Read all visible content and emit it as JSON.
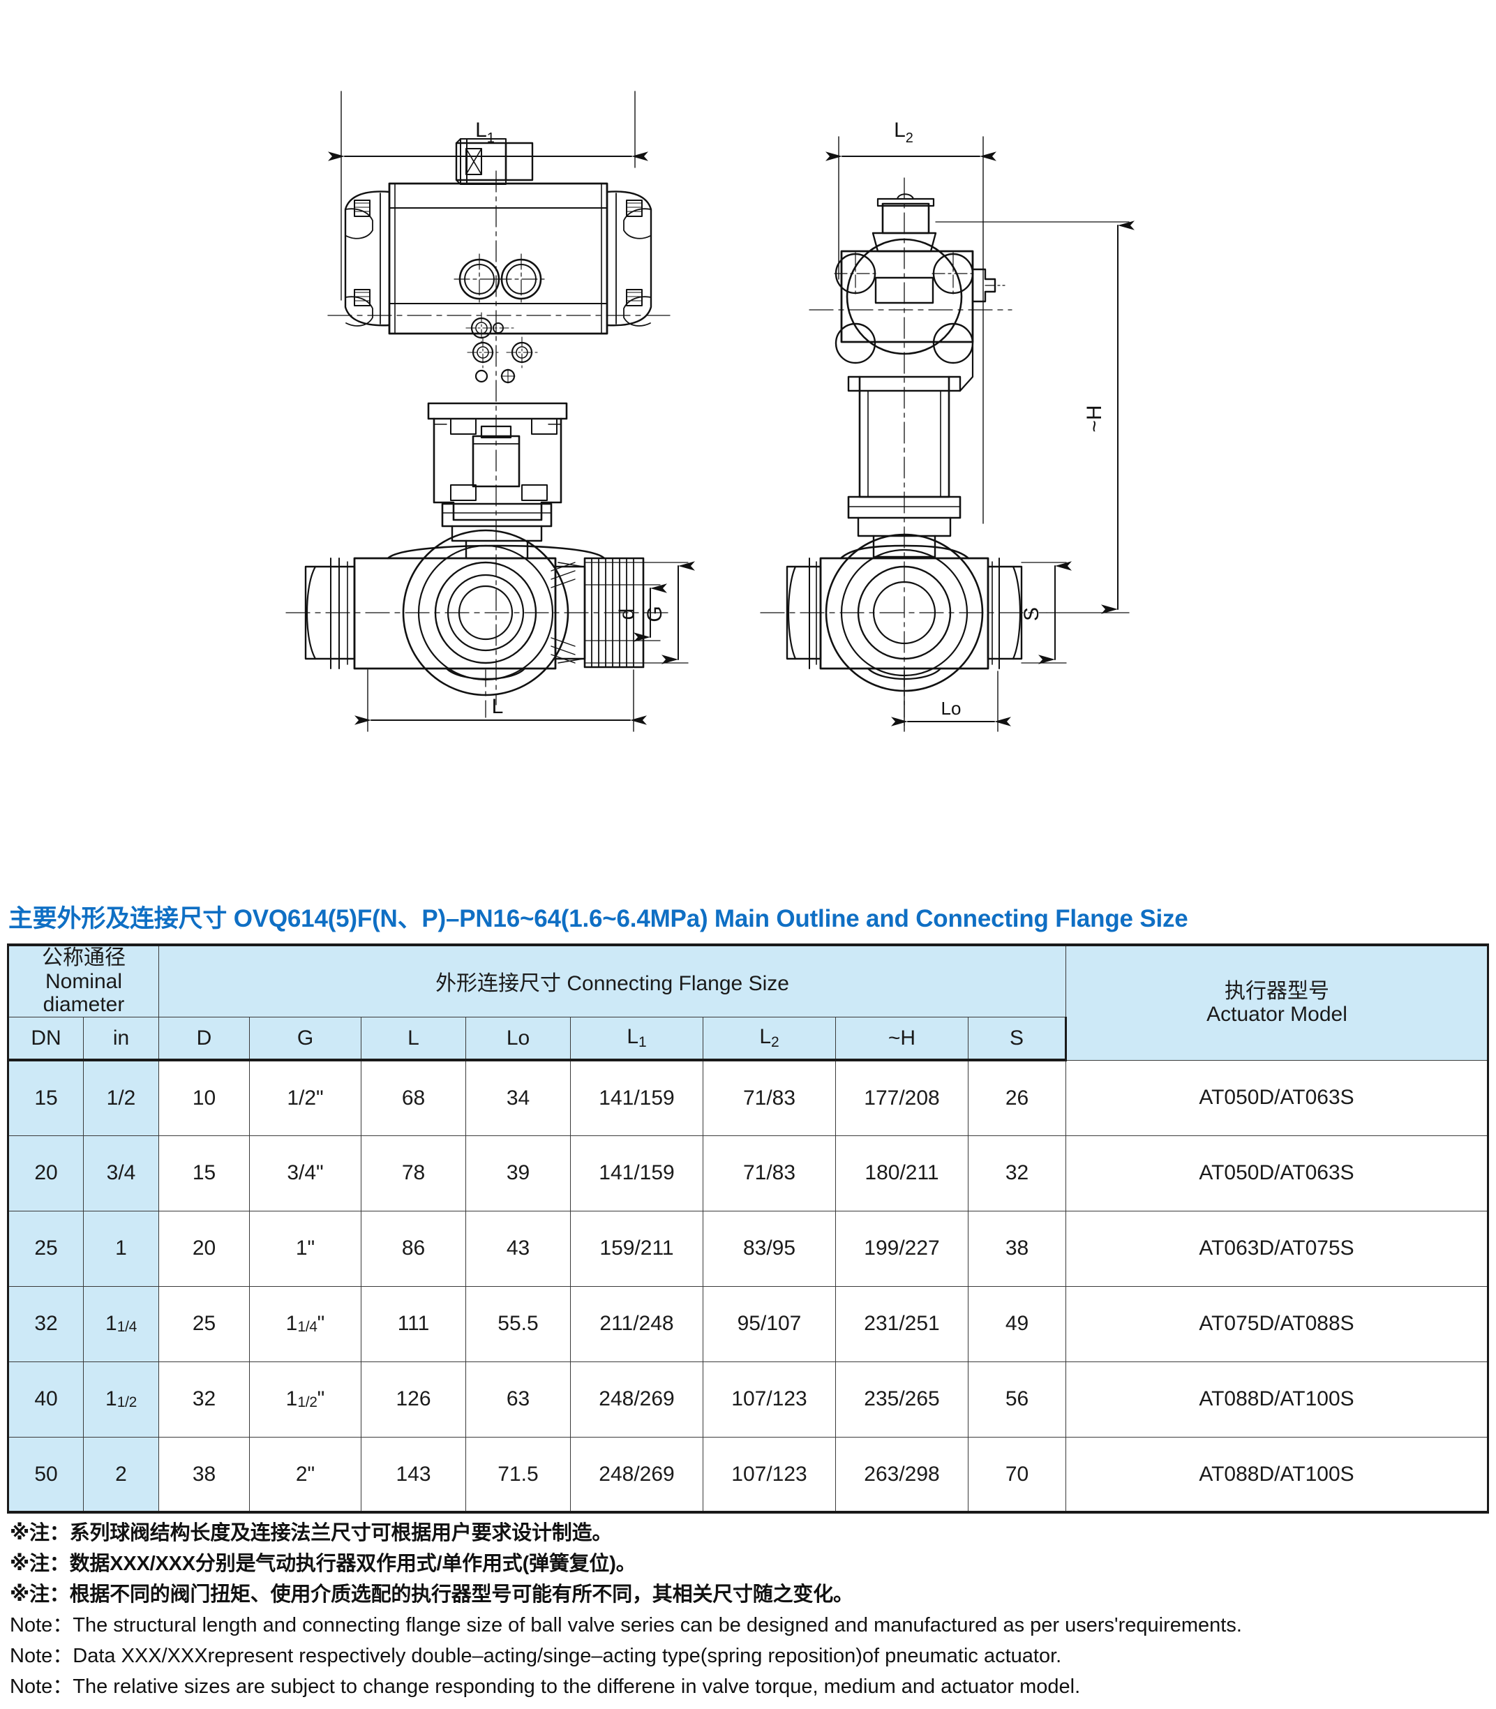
{
  "drawing": {
    "labels": {
      "L1": "L",
      "L1_sub": "1",
      "L2": "L",
      "L2_sub": "2",
      "L": "L",
      "Lo": "Lo",
      "H": "~H",
      "S": "S",
      "d": "d",
      "G": "G"
    }
  },
  "section_title": "主要外形及连接尺寸 OVQ614(5)F(N、P)–PN16~64(1.6~6.4MPa) Main Outline and Connecting Flange Size",
  "table": {
    "group_headers": {
      "nominal_cn": "公称通径",
      "nominal_en": "Nominal diameter",
      "flange": "外形连接尺寸 Connecting Flange Size",
      "actuator_cn": "执行器型号",
      "actuator_en": "Actuator Model"
    },
    "columns": [
      "DN",
      "in",
      "D",
      "G",
      "L",
      "Lo",
      "L1",
      "L2",
      "~H",
      "S"
    ],
    "column_subs": {
      "L1": "1",
      "L2": "2"
    },
    "rows": [
      {
        "dn": "15",
        "in_whole": "1/2",
        "in_frac": "",
        "d": "10",
        "g_whole": "1/2",
        "g_frac": "",
        "g_suffix": "\"",
        "l": "68",
        "lo": "34",
        "l1": "141/159",
        "l2": "71/83",
        "h": "177/208",
        "s": "26",
        "actuator": "AT050D/AT063S"
      },
      {
        "dn": "20",
        "in_whole": "3/4",
        "in_frac": "",
        "d": "15",
        "g_whole": "3/4",
        "g_frac": "",
        "g_suffix": "\"",
        "l": "78",
        "lo": "39",
        "l1": "141/159",
        "l2": "71/83",
        "h": "180/211",
        "s": "32",
        "actuator": "AT050D/AT063S"
      },
      {
        "dn": "25",
        "in_whole": "1",
        "in_frac": "",
        "d": "20",
        "g_whole": "1",
        "g_frac": "",
        "g_suffix": "\"",
        "l": "86",
        "lo": "43",
        "l1": "159/211",
        "l2": "83/95",
        "h": "199/227",
        "s": "38",
        "actuator": "AT063D/AT075S"
      },
      {
        "dn": "32",
        "in_whole": "1",
        "in_frac": "1/4",
        "d": "25",
        "g_whole": "1",
        "g_frac": "1/4",
        "g_suffix": "\"",
        "l": "111",
        "lo": "55.5",
        "l1": "211/248",
        "l2": "95/107",
        "h": "231/251",
        "s": "49",
        "actuator": "AT075D/AT088S"
      },
      {
        "dn": "40",
        "in_whole": "1",
        "in_frac": "1/2",
        "d": "32",
        "g_whole": "1",
        "g_frac": "1/2",
        "g_suffix": "\"",
        "l": "126",
        "lo": "63",
        "l1": "248/269",
        "l2": "107/123",
        "h": "235/265",
        "s": "56",
        "actuator": "AT088D/AT100S"
      },
      {
        "dn": "50",
        "in_whole": "2",
        "in_frac": "",
        "d": "38",
        "g_whole": "2",
        "g_frac": "",
        "g_suffix": "\"",
        "l": "143",
        "lo": "71.5",
        "l1": "248/269",
        "l2": "107/123",
        "h": "263/298",
        "s": "70",
        "actuator": "AT088D/AT100S"
      }
    ]
  },
  "notes": [
    "※注：系列球阀结构长度及连接法兰尺寸可根据用户要求设计制造。",
    "※注：数据XXX/XXX分别是气动执行器双作用式/单作用式(弹簧复位)。",
    "※注：根据不同的阀门扭矩、使用介质选配的执行器型号可能有所不同，其相关尺寸随之变化。",
    "Note：The structural length and connecting flange size of ball valve series can be designed and manufactured as per users'requirements.",
    "Note：Data XXX/XXXrepresent respectively double–acting/singe–acting type(spring reposition)of pneumatic actuator.",
    "Note：The relative sizes are subject to change responding to the differene in valve torque, medium and actuator model."
  ],
  "colors": {
    "title_blue": "#0f6fc4",
    "header_fill": "#cde9f7",
    "line": "#1a1a1a"
  }
}
